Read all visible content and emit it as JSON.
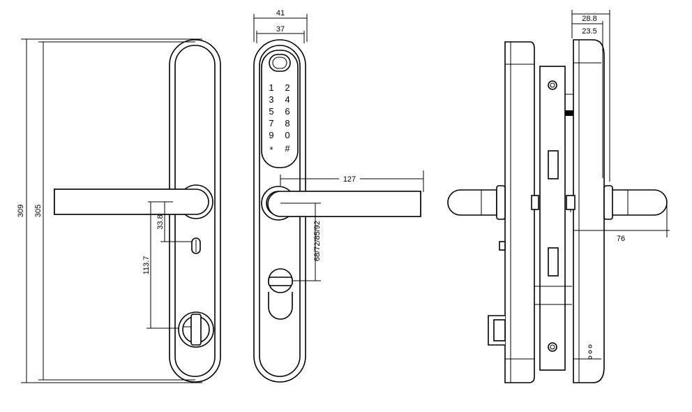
{
  "front_view": {
    "dims": {
      "height_outer": "309",
      "height_inner": "305",
      "handle_offset": "33.8",
      "spindle_to_cylinder": "113.7"
    }
  },
  "keypad_view": {
    "dims": {
      "width_outer": "41",
      "width_inner": "37",
      "handle_length": "127",
      "backsets": "68/72/85/92"
    },
    "keypad": {
      "rows": [
        [
          "1",
          "2"
        ],
        [
          "3",
          "4"
        ],
        [
          "5",
          "6"
        ],
        [
          "7",
          "8"
        ],
        [
          "9",
          "0"
        ],
        [
          "*",
          "#"
        ]
      ]
    }
  },
  "side_view": {
    "dims": {
      "top_outer": "28.8",
      "top_inner": "23.5",
      "handle_projection": "76"
    }
  }
}
